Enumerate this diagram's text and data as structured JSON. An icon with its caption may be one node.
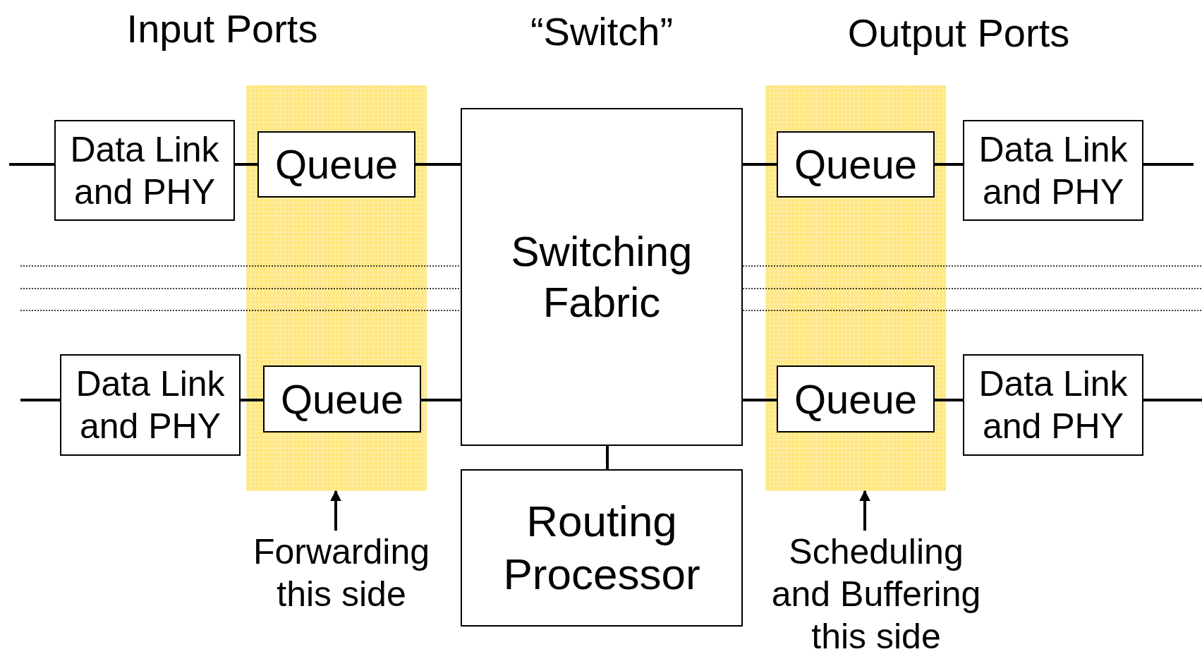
{
  "diagram": {
    "nodes": [
      {
        "text": [],
        "shape": "box"
      },
      {
        "text": [],
        "shape": "box"
      },
      {
        "text": [
          "Data Link and PHY"
        ]
      },
      {
        "text": [
          "Queue"
        ],
        "in": 0
      },
      {
        "text": [
          "Switching Fabric"
        ]
      },
      {
        "text": [
          "Queue"
        ],
        "in": 1
      },
      {
        "text": [
          "Data Link and PHY"
        ]
      },
      {
        "text": [
          "Data Link and PHY"
        ]
      },
      {
        "text": [
          "Queue"
        ],
        "in": 0
      },
      {
        "text": [
          "Queue"
        ],
        "in": 1
      },
      {
        "text": [
          "Data Link and PHY"
        ]
      },
      {
        "text": [
          "Routing Processor"
        ]
      },
      {
        "text": [
          "Forwarding this side"
        ]
      },
      {
        "text": [
          "Scheduling and Buffering this side"
        ]
      }
    ],
    "edges": [
      {
        "from": null,
        "to": 2,
        "arrow": "none"
      },
      {
        "from": 2,
        "to": 3,
        "arrow": "none"
      },
      {
        "from": 3,
        "to": 4,
        "arrow": "none"
      },
      {
        "from": 4,
        "to": 5,
        "arrow": "none"
      },
      {
        "from": 5,
        "to": 6,
        "arrow": "none"
      },
      {
        "from": 6,
        "to": null,
        "arrow": "none"
      },
      {
        "from": null,
        "to": 7,
        "arrow": "none"
      },
      {
        "from": 7,
        "to": 8,
        "arrow": "none"
      },
      {
        "from": 8,
        "to": 4,
        "arrow": "none"
      },
      {
        "from": 4,
        "to": 9,
        "arrow": "none"
      },
      {
        "from": 9,
        "to": 10,
        "arrow": "none"
      },
      {
        "from": 10,
        "to": null,
        "arrow": "none"
      },
      {
        "from": null,
        "to": 4,
        "arrow": "none",
        "style": "dashed"
      },
      {
        "from": null,
        "to": 4,
        "arrow": "none",
        "style": "dashed"
      },
      {
        "from": null,
        "to": 4,
        "arrow": "none",
        "style": "dashed"
      },
      {
        "from": 4,
        "to": null,
        "arrow": "none",
        "style": "dashed"
      },
      {
        "from": 4,
        "to": null,
        "arrow": "none",
        "style": "dashed"
      },
      {
        "from": 4,
        "to": null,
        "arrow": "none",
        "style": "dashed"
      },
      {
        "from": 4,
        "to": 11,
        "arrow": "none"
      },
      {
        "from": 12,
        "to": 0,
        "arrow": "to"
      },
      {
        "from": 13,
        "to": 1,
        "arrow": "to"
      }
    ],
    "labels": [
      "Input Ports",
      "“Switch”",
      "Output Ports"
    ]
  }
}
